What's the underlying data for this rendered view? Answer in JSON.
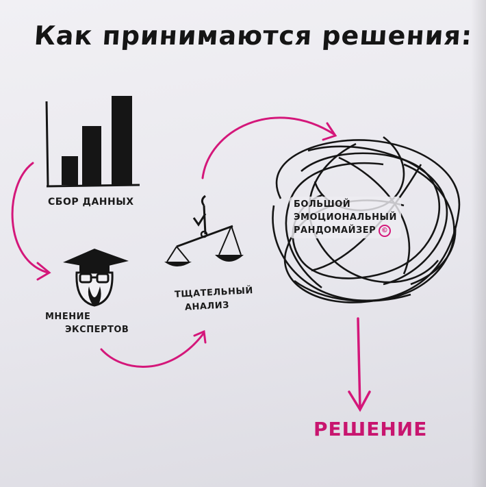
{
  "title": "Как принимаются решения:",
  "labels": {
    "data_collection": "СБОР ДАННЫХ",
    "expert_opinion_line1": "МНЕНИЕ",
    "expert_opinion_line2": "ЭКСПЕРТОВ",
    "analysis_line1": "ТЩАТЕЛЬНЫЙ",
    "analysis_line2": "АНАЛИЗ",
    "randomizer_line1": "БОЛЬШОЙ",
    "randomizer_line2": "ЭМОЦИОНАЛЬНЫЙ",
    "randomizer_line3": "РАНДОМАЙЗЕР",
    "copyright_symbol": "©",
    "decision": "РЕШЕНИЕ"
  },
  "colors": {
    "ink": "#151515",
    "accent": "#d4177a",
    "paper": "#ecebf0"
  },
  "icons": [
    "bar-chart-icon",
    "expert-head-icon",
    "scales-icon",
    "tangled-scribble-icon",
    "curved-arrow-icon",
    "down-arrow-icon"
  ]
}
